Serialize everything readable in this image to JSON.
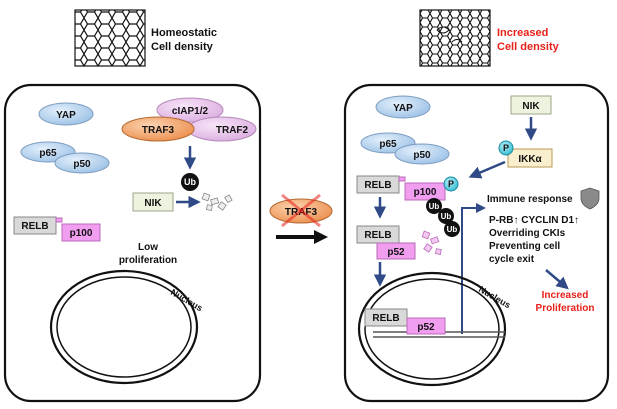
{
  "left": {
    "header": {
      "line1": "Homeostatic",
      "line2": "Cell density"
    },
    "yap": "YAP",
    "p65": "p65",
    "p50": "p50",
    "ciap": "cIAP1/2",
    "traf3": "TRAF3",
    "traf2": "TRAF2",
    "ub": "Ub",
    "nik": "NIK",
    "relb": "RELB",
    "p100": "p100",
    "low_line1": "Low",
    "low_line2": "proliferation",
    "nucleus": "Nucleus"
  },
  "middle": {
    "traf3": "TRAF3"
  },
  "right": {
    "header": {
      "line1": "Increased",
      "line2": "Cell density"
    },
    "yap": "YAP",
    "nik": "NIK",
    "p65": "p65",
    "p50": "p50",
    "p_badge": "P",
    "ikka": "IKKα",
    "relb1": "RELB",
    "p100": "p100",
    "ub1": "Ub",
    "ub2": "Ub",
    "ub3": "Ub",
    "relb2": "RELB",
    "p52": "p52",
    "immune": "Immune response",
    "prb": "P-RB↑ CYCLIN D1↑",
    "ckis": "Overriding CKIs",
    "preventing": "Preventing cell",
    "cycle": "cycle exit",
    "inc_line1": "Increased",
    "inc_line2": "Proliferation",
    "nucleus": "Nucleus",
    "relb3": "RELB",
    "p52b": "p52"
  },
  "colors": {
    "blue_oval": "#b7d3ee",
    "orange_oval": "#f2a66a",
    "pink_oval": "#e8c0ea",
    "pink_box": "#f19df0",
    "grey_box": "#d9d9d9",
    "nik_box": "#eef3df",
    "arrow": "#2f4a86",
    "red_text": "#e8201a",
    "ub_black": "#111111",
    "p_teal": "#5ad4e6",
    "ikka_box": "#f9efcf"
  }
}
